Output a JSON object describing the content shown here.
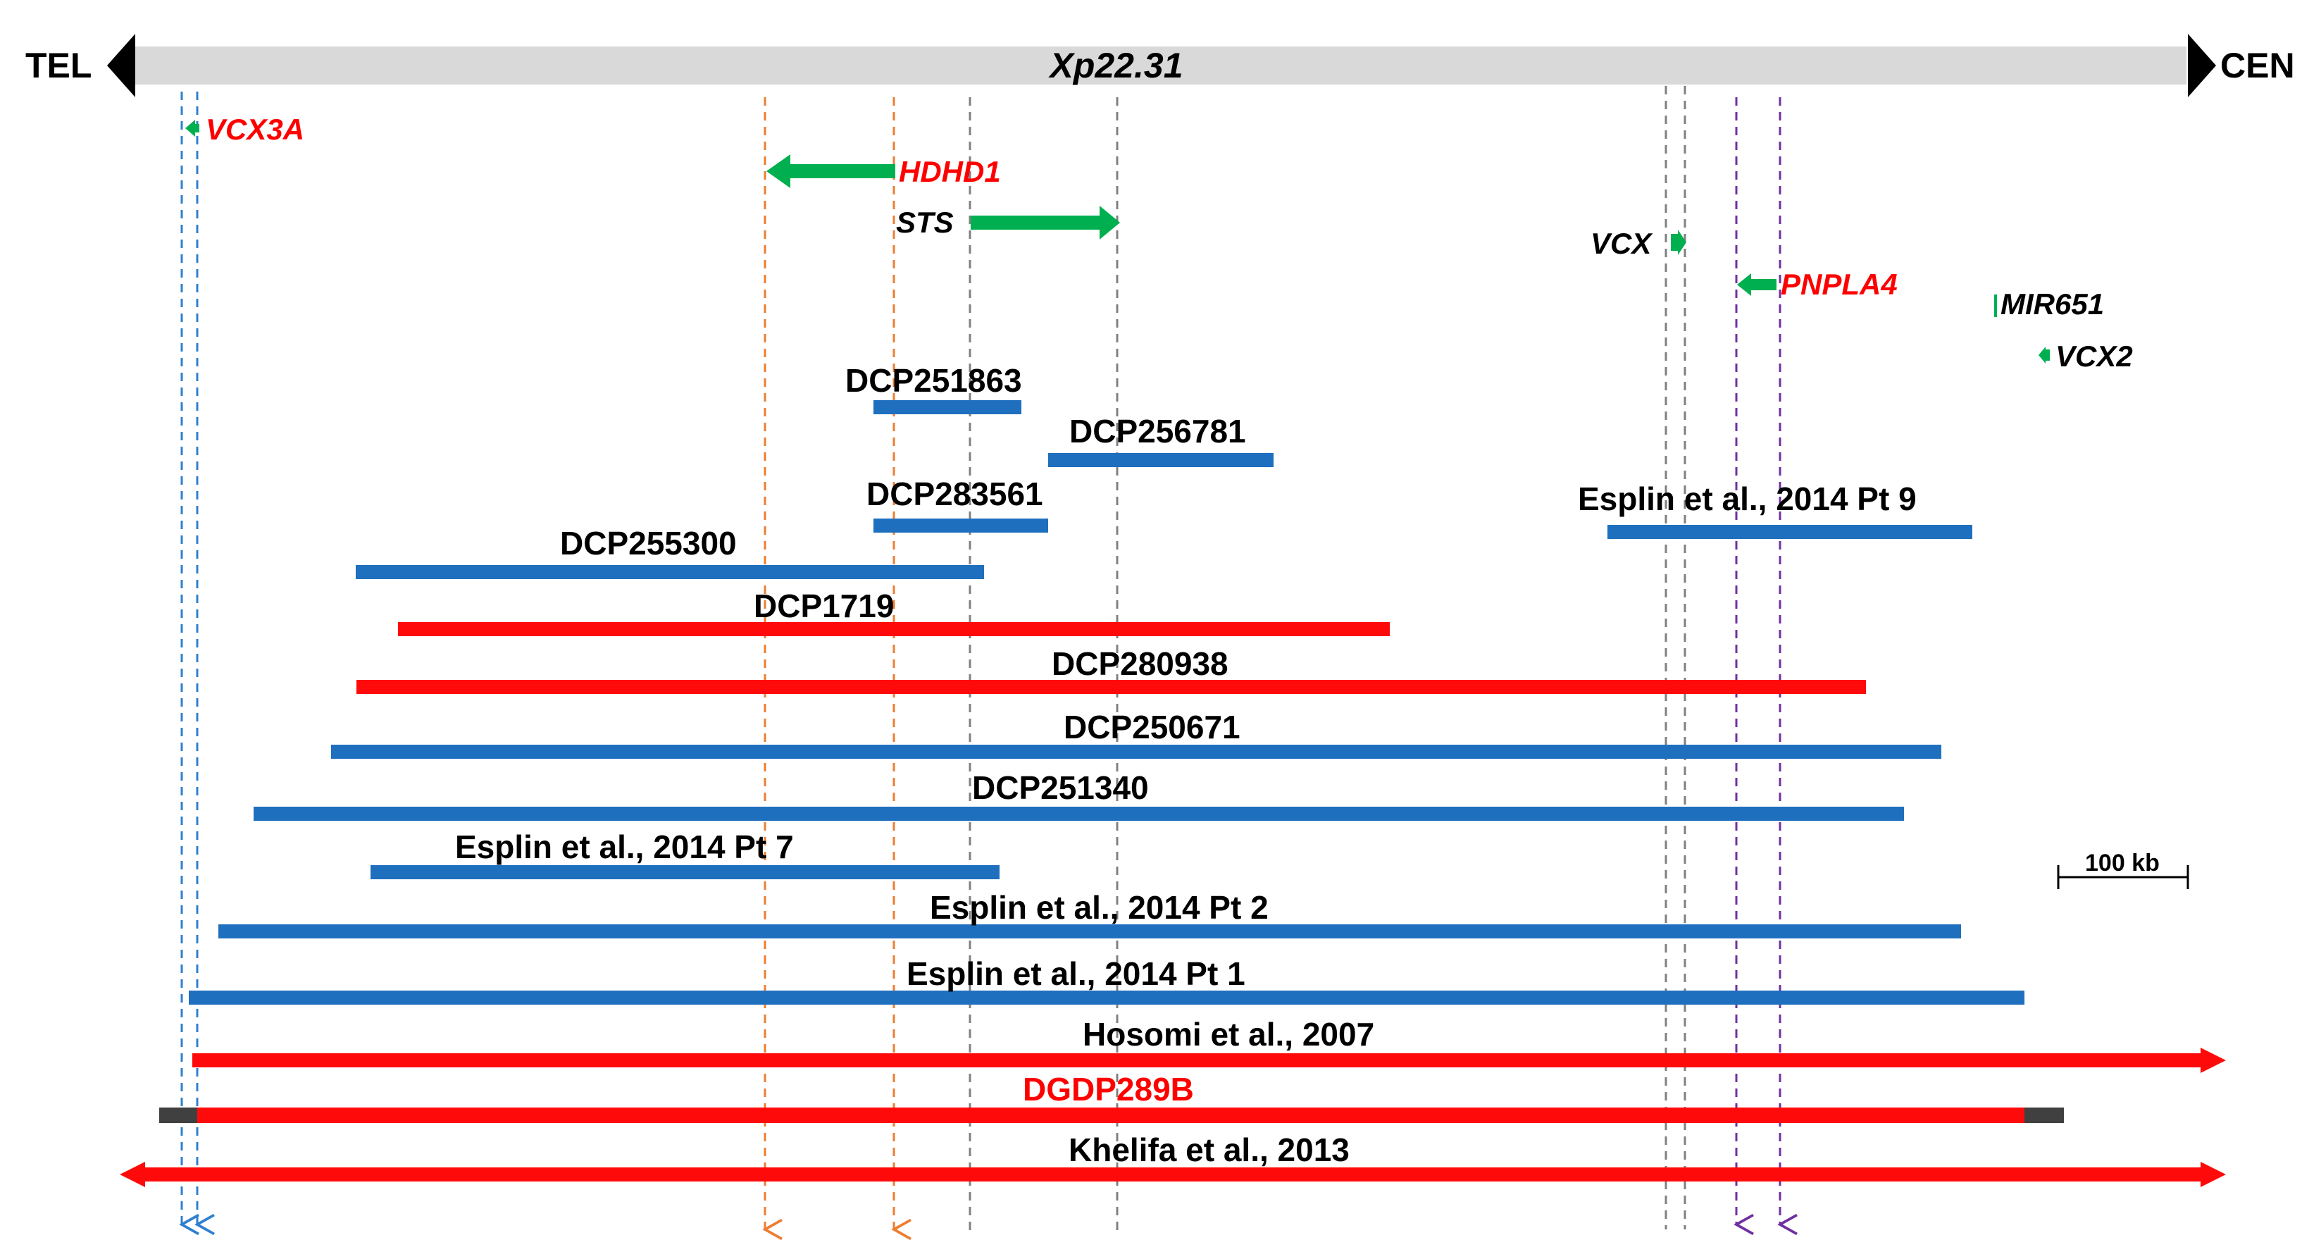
{
  "chromosome": {
    "band": "Xp22.31",
    "tel_label": "TEL",
    "cen_label": "CEN"
  },
  "genes": [
    {
      "key": "vcx3a",
      "name": "VCX3A",
      "strand": "-",
      "color": "#ff0000"
    },
    {
      "key": "hdhd1",
      "name": "HDHD1",
      "strand": "-",
      "color": "#ff0000"
    },
    {
      "key": "sts",
      "name": "STS",
      "strand": "+",
      "color": "#000000"
    },
    {
      "key": "vcx",
      "name": "VCX",
      "strand": "+",
      "color": "#000000"
    },
    {
      "key": "pnpla4",
      "name": "PNPLA4",
      "strand": "-",
      "color": "#ff0000"
    },
    {
      "key": "mir651",
      "name": "MIR651",
      "strand": "+",
      "color": "#000000"
    },
    {
      "key": "vcx2",
      "name": "VCX2",
      "strand": "-",
      "color": "#000000"
    }
  ],
  "deletions": [
    {
      "key": "dcp251863",
      "label": "DCP251863",
      "color": "blue"
    },
    {
      "key": "dcp256781",
      "label": "DCP256781",
      "color": "blue"
    },
    {
      "key": "dcp283561",
      "label": "DCP283561",
      "color": "blue"
    },
    {
      "key": "esplin-pt9",
      "label": "Esplin et al., 2014 Pt  9",
      "color": "blue"
    },
    {
      "key": "dcp255300",
      "label": "DCP255300",
      "color": "blue"
    },
    {
      "key": "dcp1719",
      "label": "DCP1719",
      "color": "red"
    },
    {
      "key": "dcp280938",
      "label": "DCP280938",
      "color": "red"
    },
    {
      "key": "dcp250671",
      "label": "DCP250671",
      "color": "blue"
    },
    {
      "key": "dcp251340",
      "label": "DCP251340",
      "color": "blue"
    },
    {
      "key": "esplin-pt7",
      "label": "Esplin et al., 2014 Pt 7",
      "color": "blue"
    },
    {
      "key": "esplin-pt2",
      "label": "Esplin et al., 2014 Pt 2",
      "color": "blue"
    },
    {
      "key": "esplin-pt1",
      "label": "Esplin et al., 2014 Pt 1",
      "color": "blue"
    },
    {
      "key": "hosomi",
      "label": "Hosomi et al., 2007",
      "color": "red"
    },
    {
      "key": "dgdp289b",
      "label": "DGDP289B",
      "color": "red",
      "label_color": "#ff0000"
    },
    {
      "key": "khelifa",
      "label": "Khelifa et al., 2013",
      "color": "red"
    }
  ],
  "scale_bar": {
    "label": "100 kb"
  },
  "colors": {
    "blue": "#1f6fbf",
    "red": "#ff0a0a",
    "gene_green": "#00b050",
    "chromosome_fill": "#d9d9d9",
    "extension_gray": "#404040",
    "guide_blue": "#2f7fd0",
    "guide_orange": "#ed7d31",
    "guide_gray": "#808080",
    "guide_purple": "#7030a0"
  }
}
